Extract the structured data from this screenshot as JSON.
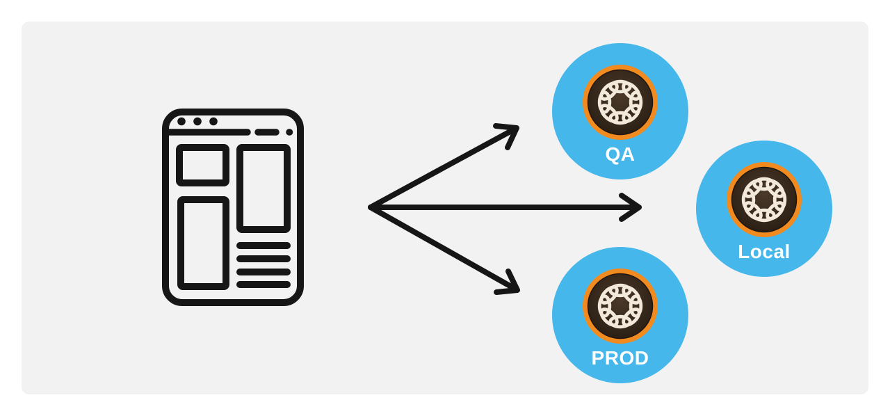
{
  "diagram": {
    "description": "Website publishing to multiple AEM environments",
    "source_icon": "browser-wireframe-icon",
    "target_icon": "aem-logo-icon",
    "nodes": [
      {
        "id": "qa",
        "label": "QA"
      },
      {
        "id": "local",
        "label": "Local"
      },
      {
        "id": "prod",
        "label": "PROD"
      }
    ],
    "arrows": [
      {
        "from": "browser",
        "to": "qa"
      },
      {
        "from": "browser",
        "to": "local"
      },
      {
        "from": "browser",
        "to": "prod"
      }
    ]
  },
  "colors": {
    "page_bg": "#ffffff",
    "card_bg": "#f2f2f2",
    "node_blue": "#45b7ea",
    "logo_orange": "#f18a1f",
    "logo_brown_light": "#4b3929",
    "logo_brown_dark": "#271c12",
    "logo_cream": "#f3e9da",
    "ink": "#161616",
    "label_text": "#ffffff"
  }
}
